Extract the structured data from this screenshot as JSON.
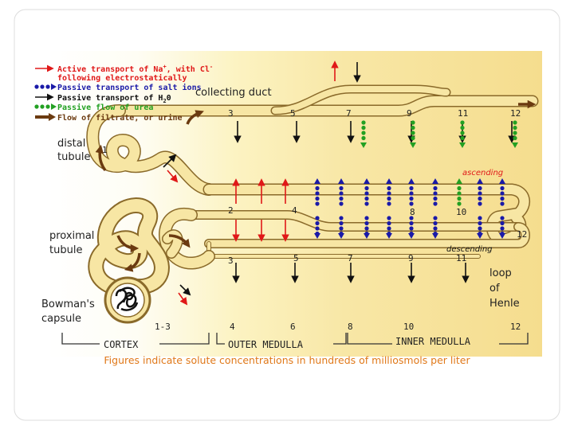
{
  "legend": {
    "active_1": "Active transport of Na",
    "active_sup": "+",
    "active_2": ", with Cl",
    "active_sup2": "-",
    "active_3": "following electrostatically",
    "passive_salt": "Passive transport of salt ions",
    "passive_water_1": "Passive transport of H",
    "passive_water_sub": "2",
    "passive_water_2": "0",
    "passive_urea": "Passive flow of urea",
    "filtrate": "Flow of filtrate, or urine"
  },
  "labels": {
    "collecting_duct": "collecting duct",
    "distal_1": "distal",
    "distal_2": "tubule",
    "proximal_1": "proximal",
    "proximal_2": "tubule",
    "bowman_1": "Bowman's",
    "bowman_2": "capsule",
    "loop_1": "loop",
    "loop_2": "of",
    "loop_3": "Henle",
    "ascending": "ascending",
    "descending": "descending"
  },
  "numbers": {
    "distal_1": "1",
    "cd": [
      "3",
      "5",
      "7",
      "9",
      "11",
      "12"
    ],
    "asc": [
      "2",
      "4",
      "8",
      "10"
    ],
    "desc": [
      "3",
      "5",
      "7",
      "9",
      "11"
    ],
    "tip": "12",
    "bottom": [
      "1-3",
      "4",
      "6",
      "8",
      "10",
      "12"
    ]
  },
  "zones": {
    "cortex": "CORTEX",
    "outer": "OUTER MEDULLA",
    "inner": "INNER MEDULLA"
  },
  "caption": "Figures indicate solute concentrations in hundreds of milliosmols per liter",
  "colors": {
    "active": "#e01818",
    "salt": "#1a1aa8",
    "water": "#111111",
    "urea": "#22a022",
    "filtrate": "#6b3a10",
    "tubule_fill": "#f7e6a4",
    "tubule_edge": "#8a6a2a",
    "caption": "#e07818"
  }
}
